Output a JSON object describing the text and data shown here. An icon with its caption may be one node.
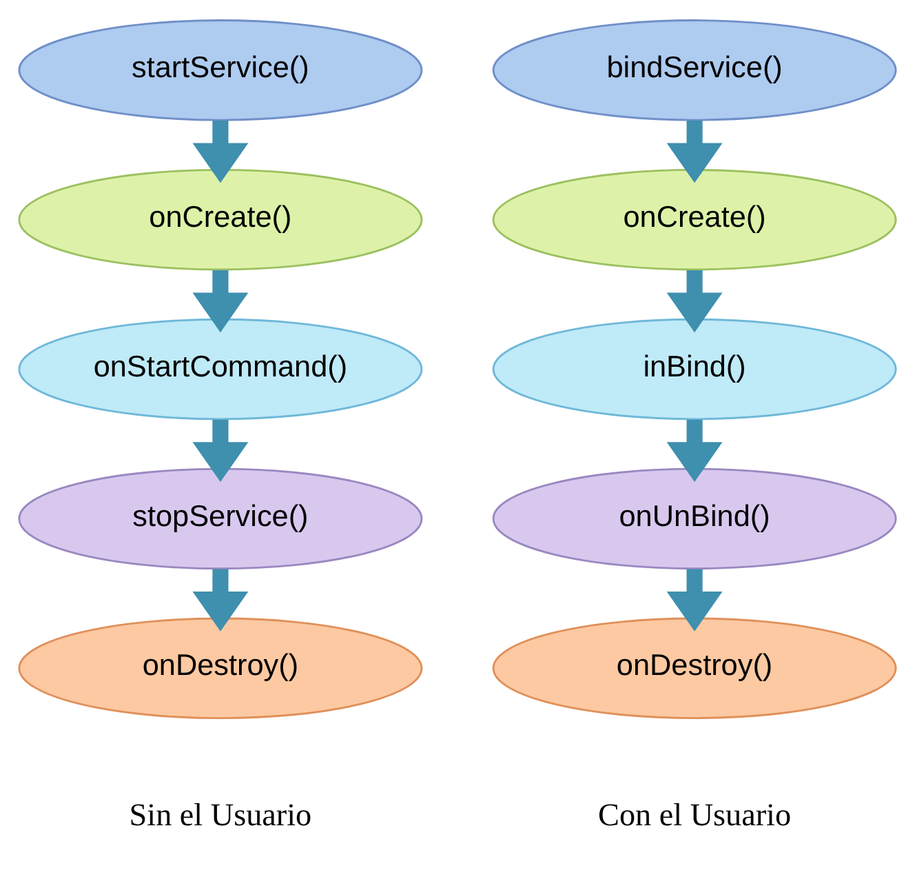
{
  "diagram": {
    "nodes": [
      {
        "text": [
          "startService()"
        ]
      },
      {
        "text": [
          "onCreate()"
        ]
      },
      {
        "text": [
          "onStartCommand()"
        ]
      },
      {
        "text": [
          "stopService()"
        ]
      },
      {
        "text": [
          "onDestroy()"
        ]
      },
      {
        "text": [
          "bindService()"
        ]
      },
      {
        "text": [
          "onCreate()"
        ]
      },
      {
        "text": [
          "inBind()"
        ]
      },
      {
        "text": [
          "onUnBind()"
        ]
      },
      {
        "text": [
          "onDestroy()"
        ]
      }
    ],
    "edges": [
      {
        "from": 0,
        "to": 1,
        "arrow": "to"
      },
      {
        "from": 1,
        "to": 2,
        "arrow": "to"
      },
      {
        "from": 2,
        "to": 3,
        "arrow": "to"
      },
      {
        "from": 3,
        "to": 4,
        "arrow": "to"
      },
      {
        "from": 5,
        "to": 6,
        "arrow": "to"
      },
      {
        "from": 6,
        "to": 7,
        "arrow": "to"
      },
      {
        "from": 7,
        "to": 8,
        "arrow": "to"
      },
      {
        "from": 8,
        "to": 9,
        "arrow": "to"
      }
    ],
    "labels": [
      "Sin el Usuario",
      "Con el Usuario"
    ]
  }
}
